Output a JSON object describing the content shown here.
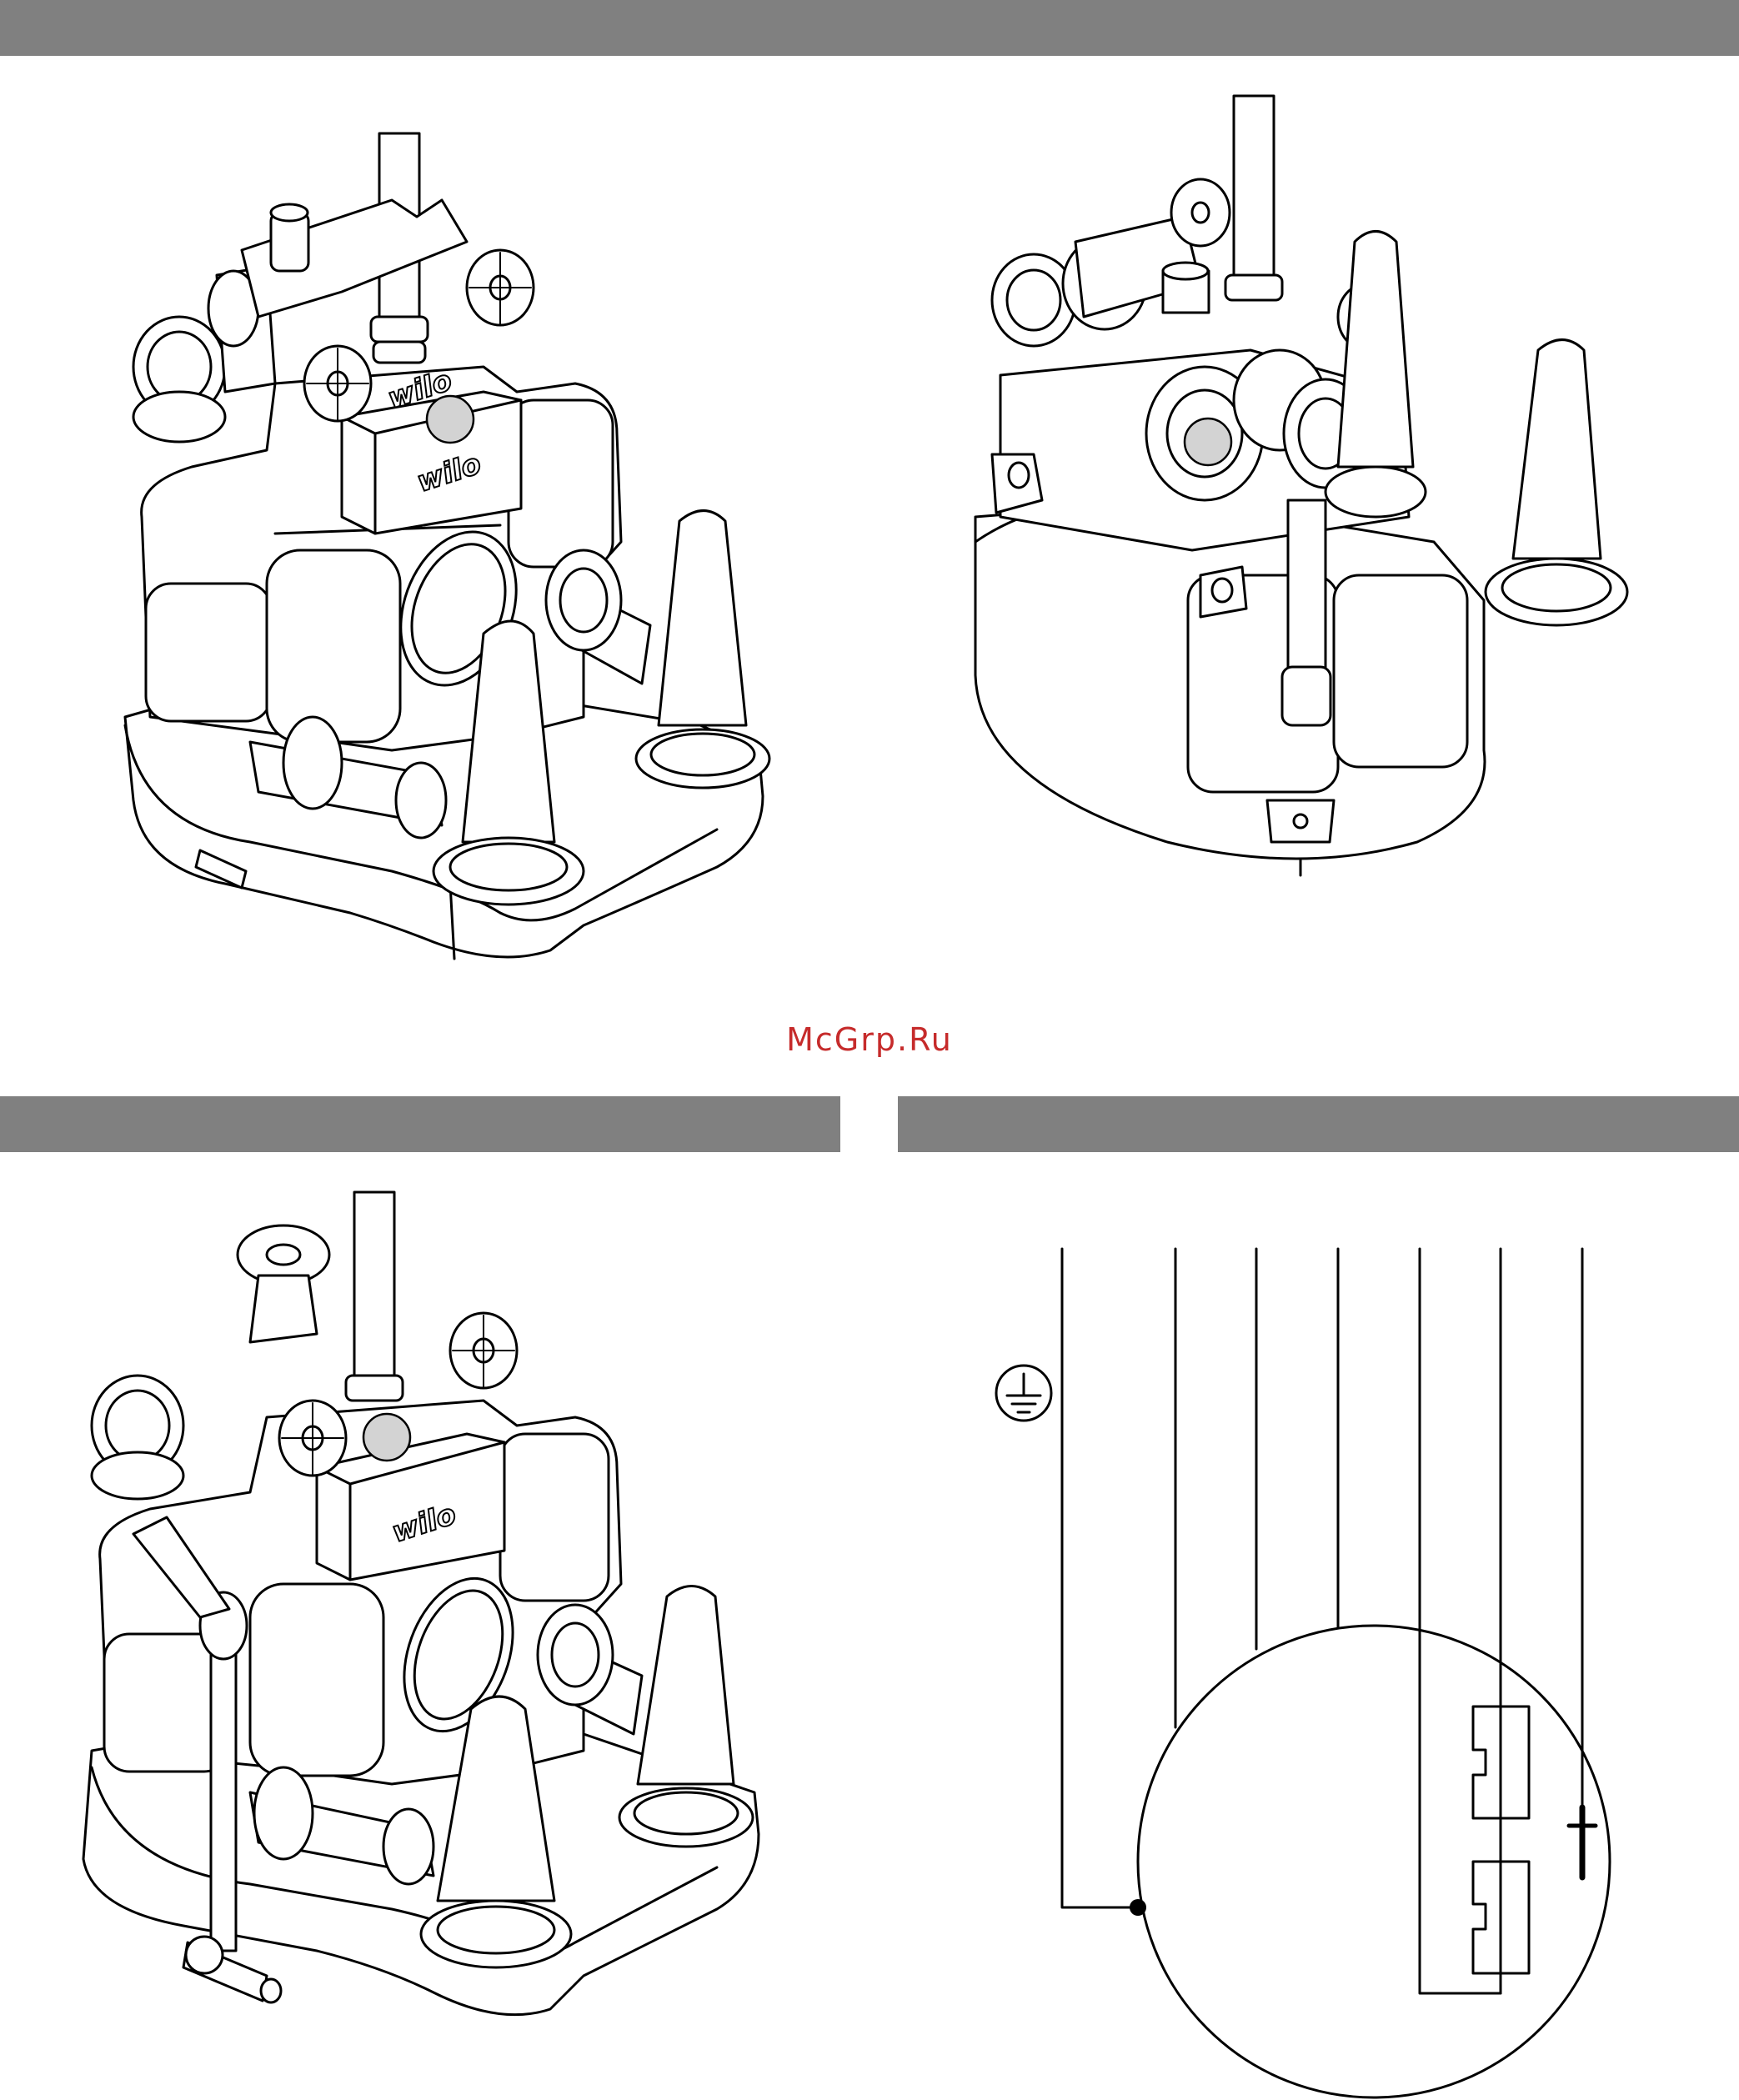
{
  "watermark": "McGrp.Ru",
  "brand_logo": "wilo",
  "colors": {
    "header_band": "#808080",
    "watermark": "#c62b2b",
    "marker_fill": "#d3d3d3"
  },
  "figures": [
    {
      "id": "installation-standard",
      "marker": "grey-circle"
    },
    {
      "id": "installation-rear",
      "marker": "grey-circle"
    },
    {
      "id": "installation-with-drain-valve",
      "marker": "grey-circle"
    },
    {
      "id": "wiring-diagram",
      "symbols": [
        "ground-icon",
        "thermal-switch-icon",
        "thermal-switch-icon",
        "tee-terminal-icon"
      ]
    }
  ]
}
